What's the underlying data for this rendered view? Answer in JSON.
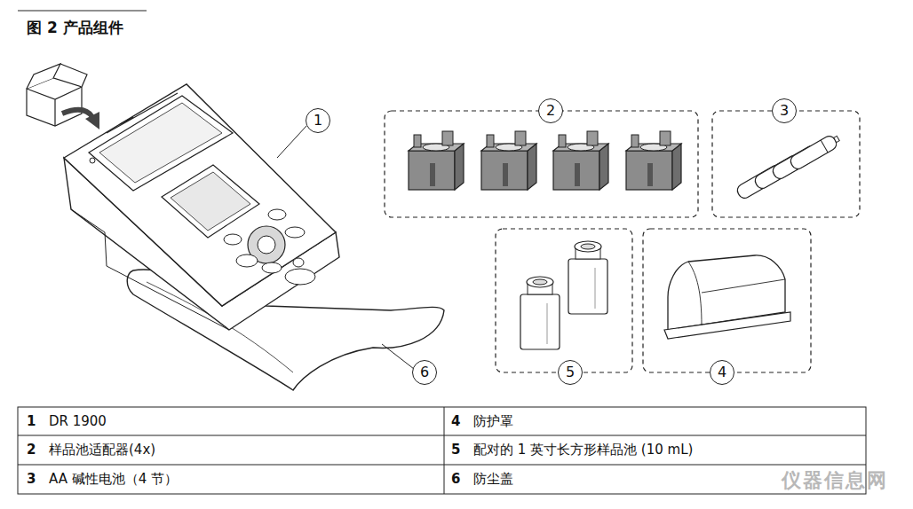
{
  "diagram": {
    "title": "图 2 产品组件",
    "nodes": [
      {
        "text": [
          "1"
        ]
      },
      {
        "text": [
          "2"
        ]
      },
      {
        "text": [
          "3"
        ]
      },
      {
        "text": [
          "4"
        ]
      },
      {
        "text": [
          "5"
        ]
      },
      {
        "text": [
          "6"
        ]
      }
    ],
    "labels": [
      "1",
      "DR 1900",
      "4",
      "防护罩",
      "2",
      "样品池适配器(4x)",
      "5",
      "配对的 1 英寸长方形样品池 (10 mL)",
      "3",
      "AA 碱性电池（4 节）",
      "6",
      "防尘盖",
      "仪器信息网"
    ]
  }
}
